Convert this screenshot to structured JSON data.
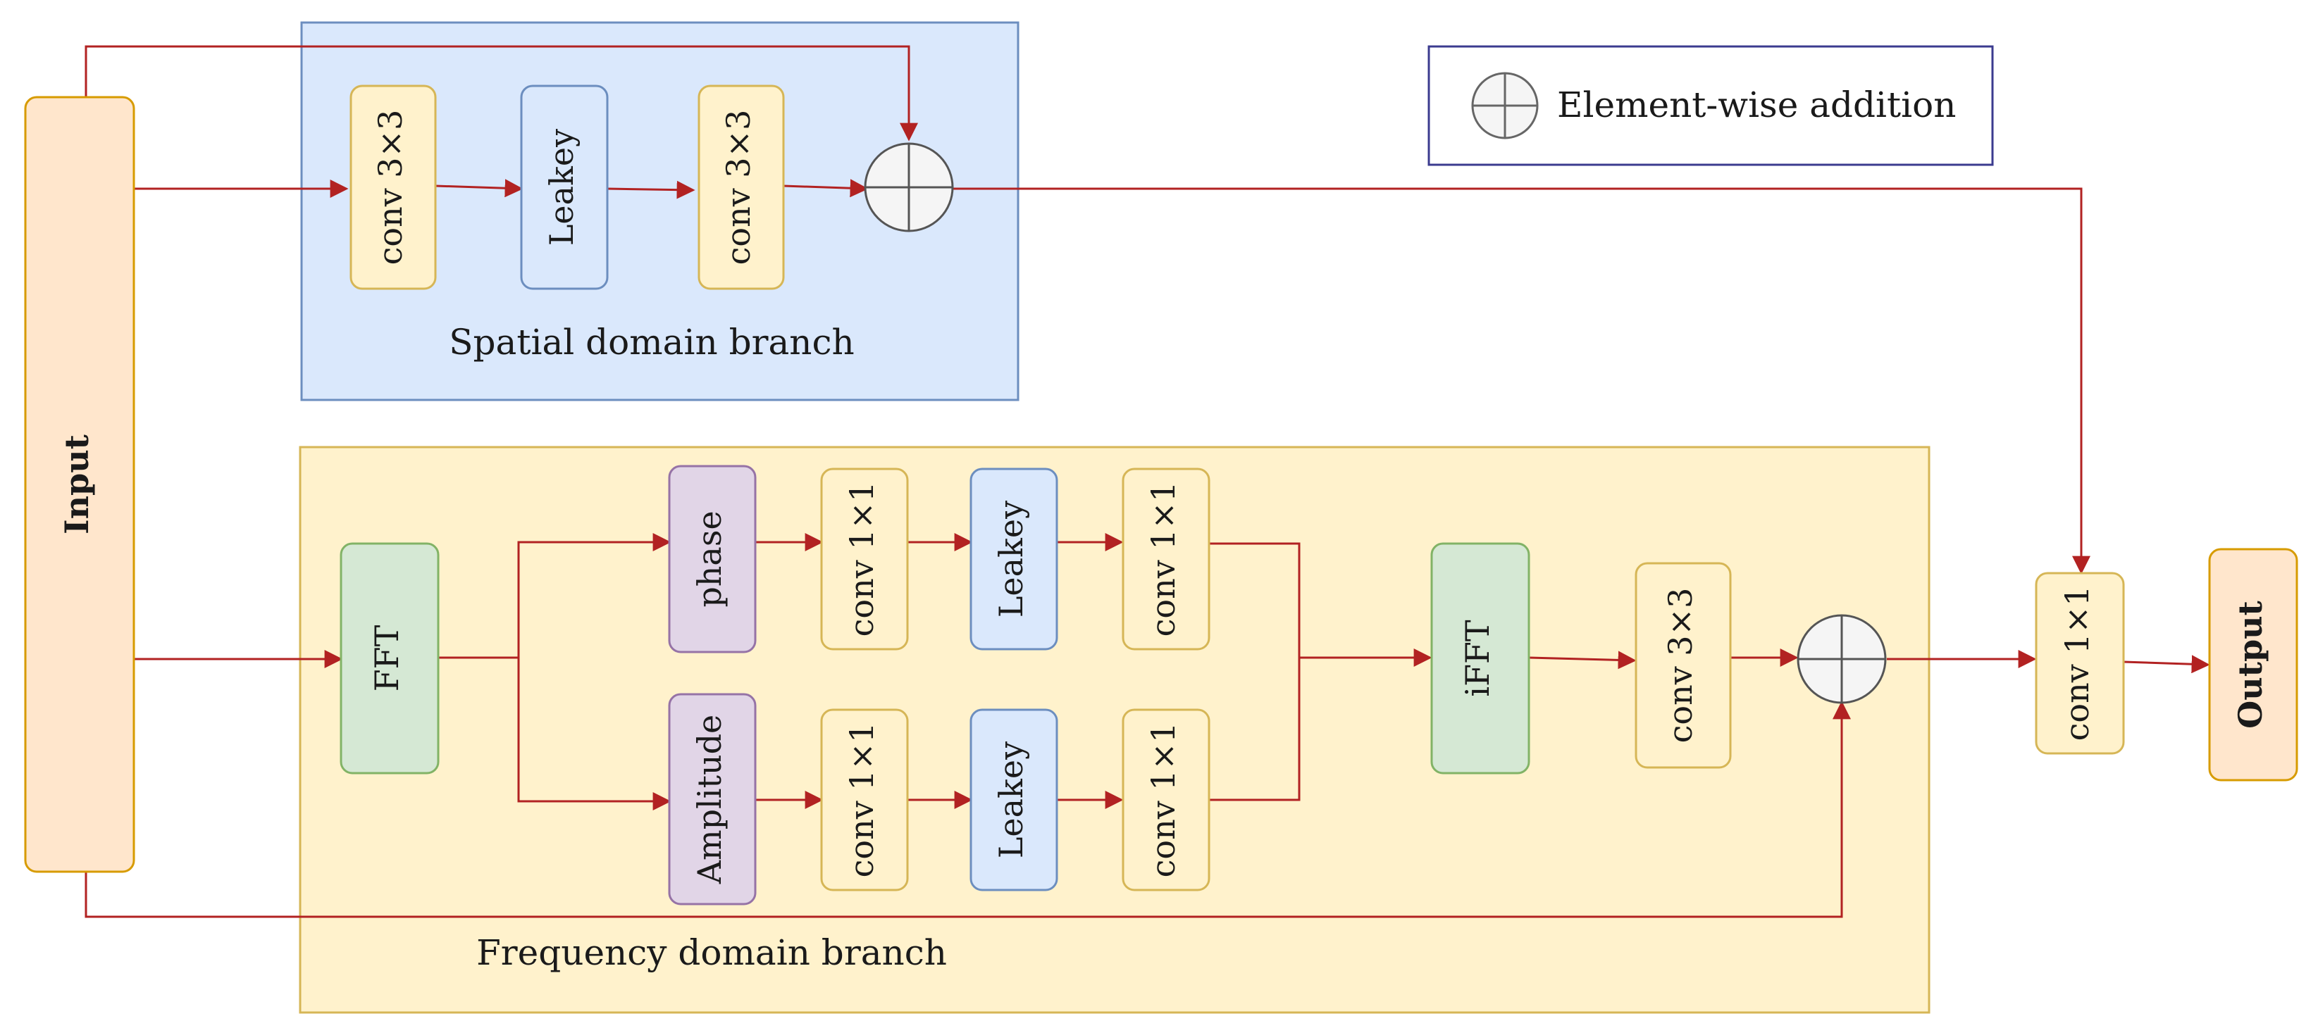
{
  "legend": {
    "label": "Element-wise addition"
  },
  "input": {
    "label": "Input"
  },
  "output": {
    "label": "Output"
  },
  "spatial_branch": {
    "title": "Spatial domain branch",
    "blocks": [
      "conv 3×3",
      "Leakey",
      "conv 3×3"
    ]
  },
  "frequency_branch": {
    "title": "Frequency domain branch",
    "fft": "FFT",
    "phase": "phase",
    "amplitude": "Amplitude",
    "phase_path": [
      "conv 1×1",
      "Leakey",
      "conv 1×1"
    ],
    "amplitude_path": [
      "conv 1×1",
      "Leakey",
      "conv 1×1"
    ],
    "ifft": "iFFT",
    "post_conv": "conv 3×3"
  },
  "final_conv": {
    "label": "conv 1×1"
  },
  "colors": {
    "arrow": "#b22222",
    "spatial_bg": "#dae8fc",
    "spatial_border": "#6c8ebf",
    "frequency_bg": "#fff2cc",
    "frequency_border": "#d6b656",
    "io_fill": "#ffe6cc",
    "io_border": "#d79b00",
    "conv_fill": "#fff2cc",
    "conv_border": "#d6b656",
    "leaky_fill": "#dae8fc",
    "leaky_border": "#6c8ebf",
    "fft_fill": "#d5e8d4",
    "fft_border": "#82b366",
    "purple_fill": "#e1d5e7",
    "purple_border": "#9673a6",
    "legend_border": "#3b3b8f"
  }
}
